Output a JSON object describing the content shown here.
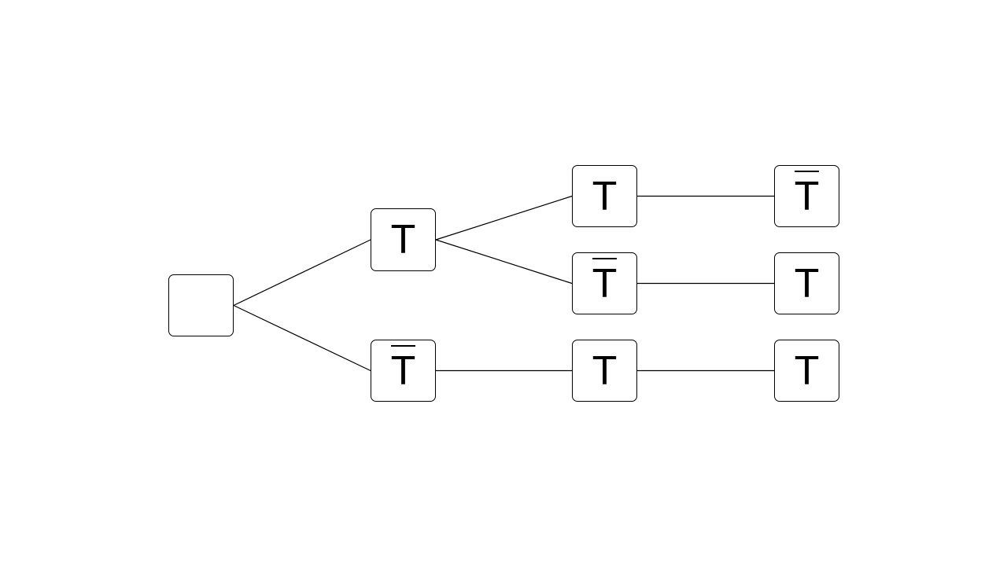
{
  "diagram": {
    "nodes": [
      {
        "id": "root",
        "label": "",
        "negated": false
      },
      {
        "id": "a",
        "label": "T",
        "negated": false
      },
      {
        "id": "b",
        "label": "T",
        "negated": true
      },
      {
        "id": "a1",
        "label": "T",
        "negated": false
      },
      {
        "id": "a2",
        "label": "T",
        "negated": true
      },
      {
        "id": "b1",
        "label": "T",
        "negated": false
      },
      {
        "id": "a1x",
        "label": "T",
        "negated": true
      },
      {
        "id": "a2x",
        "label": "T",
        "negated": false
      },
      {
        "id": "b1x",
        "label": "T",
        "negated": false
      }
    ],
    "edges": [
      {
        "from": "root",
        "to": "a"
      },
      {
        "from": "root",
        "to": "b"
      },
      {
        "from": "a",
        "to": "a1"
      },
      {
        "from": "a",
        "to": "a2"
      },
      {
        "from": "b",
        "to": "b1"
      },
      {
        "from": "a1",
        "to": "a1x"
      },
      {
        "from": "a2",
        "to": "a2x"
      },
      {
        "from": "b1",
        "to": "b1x"
      }
    ]
  }
}
